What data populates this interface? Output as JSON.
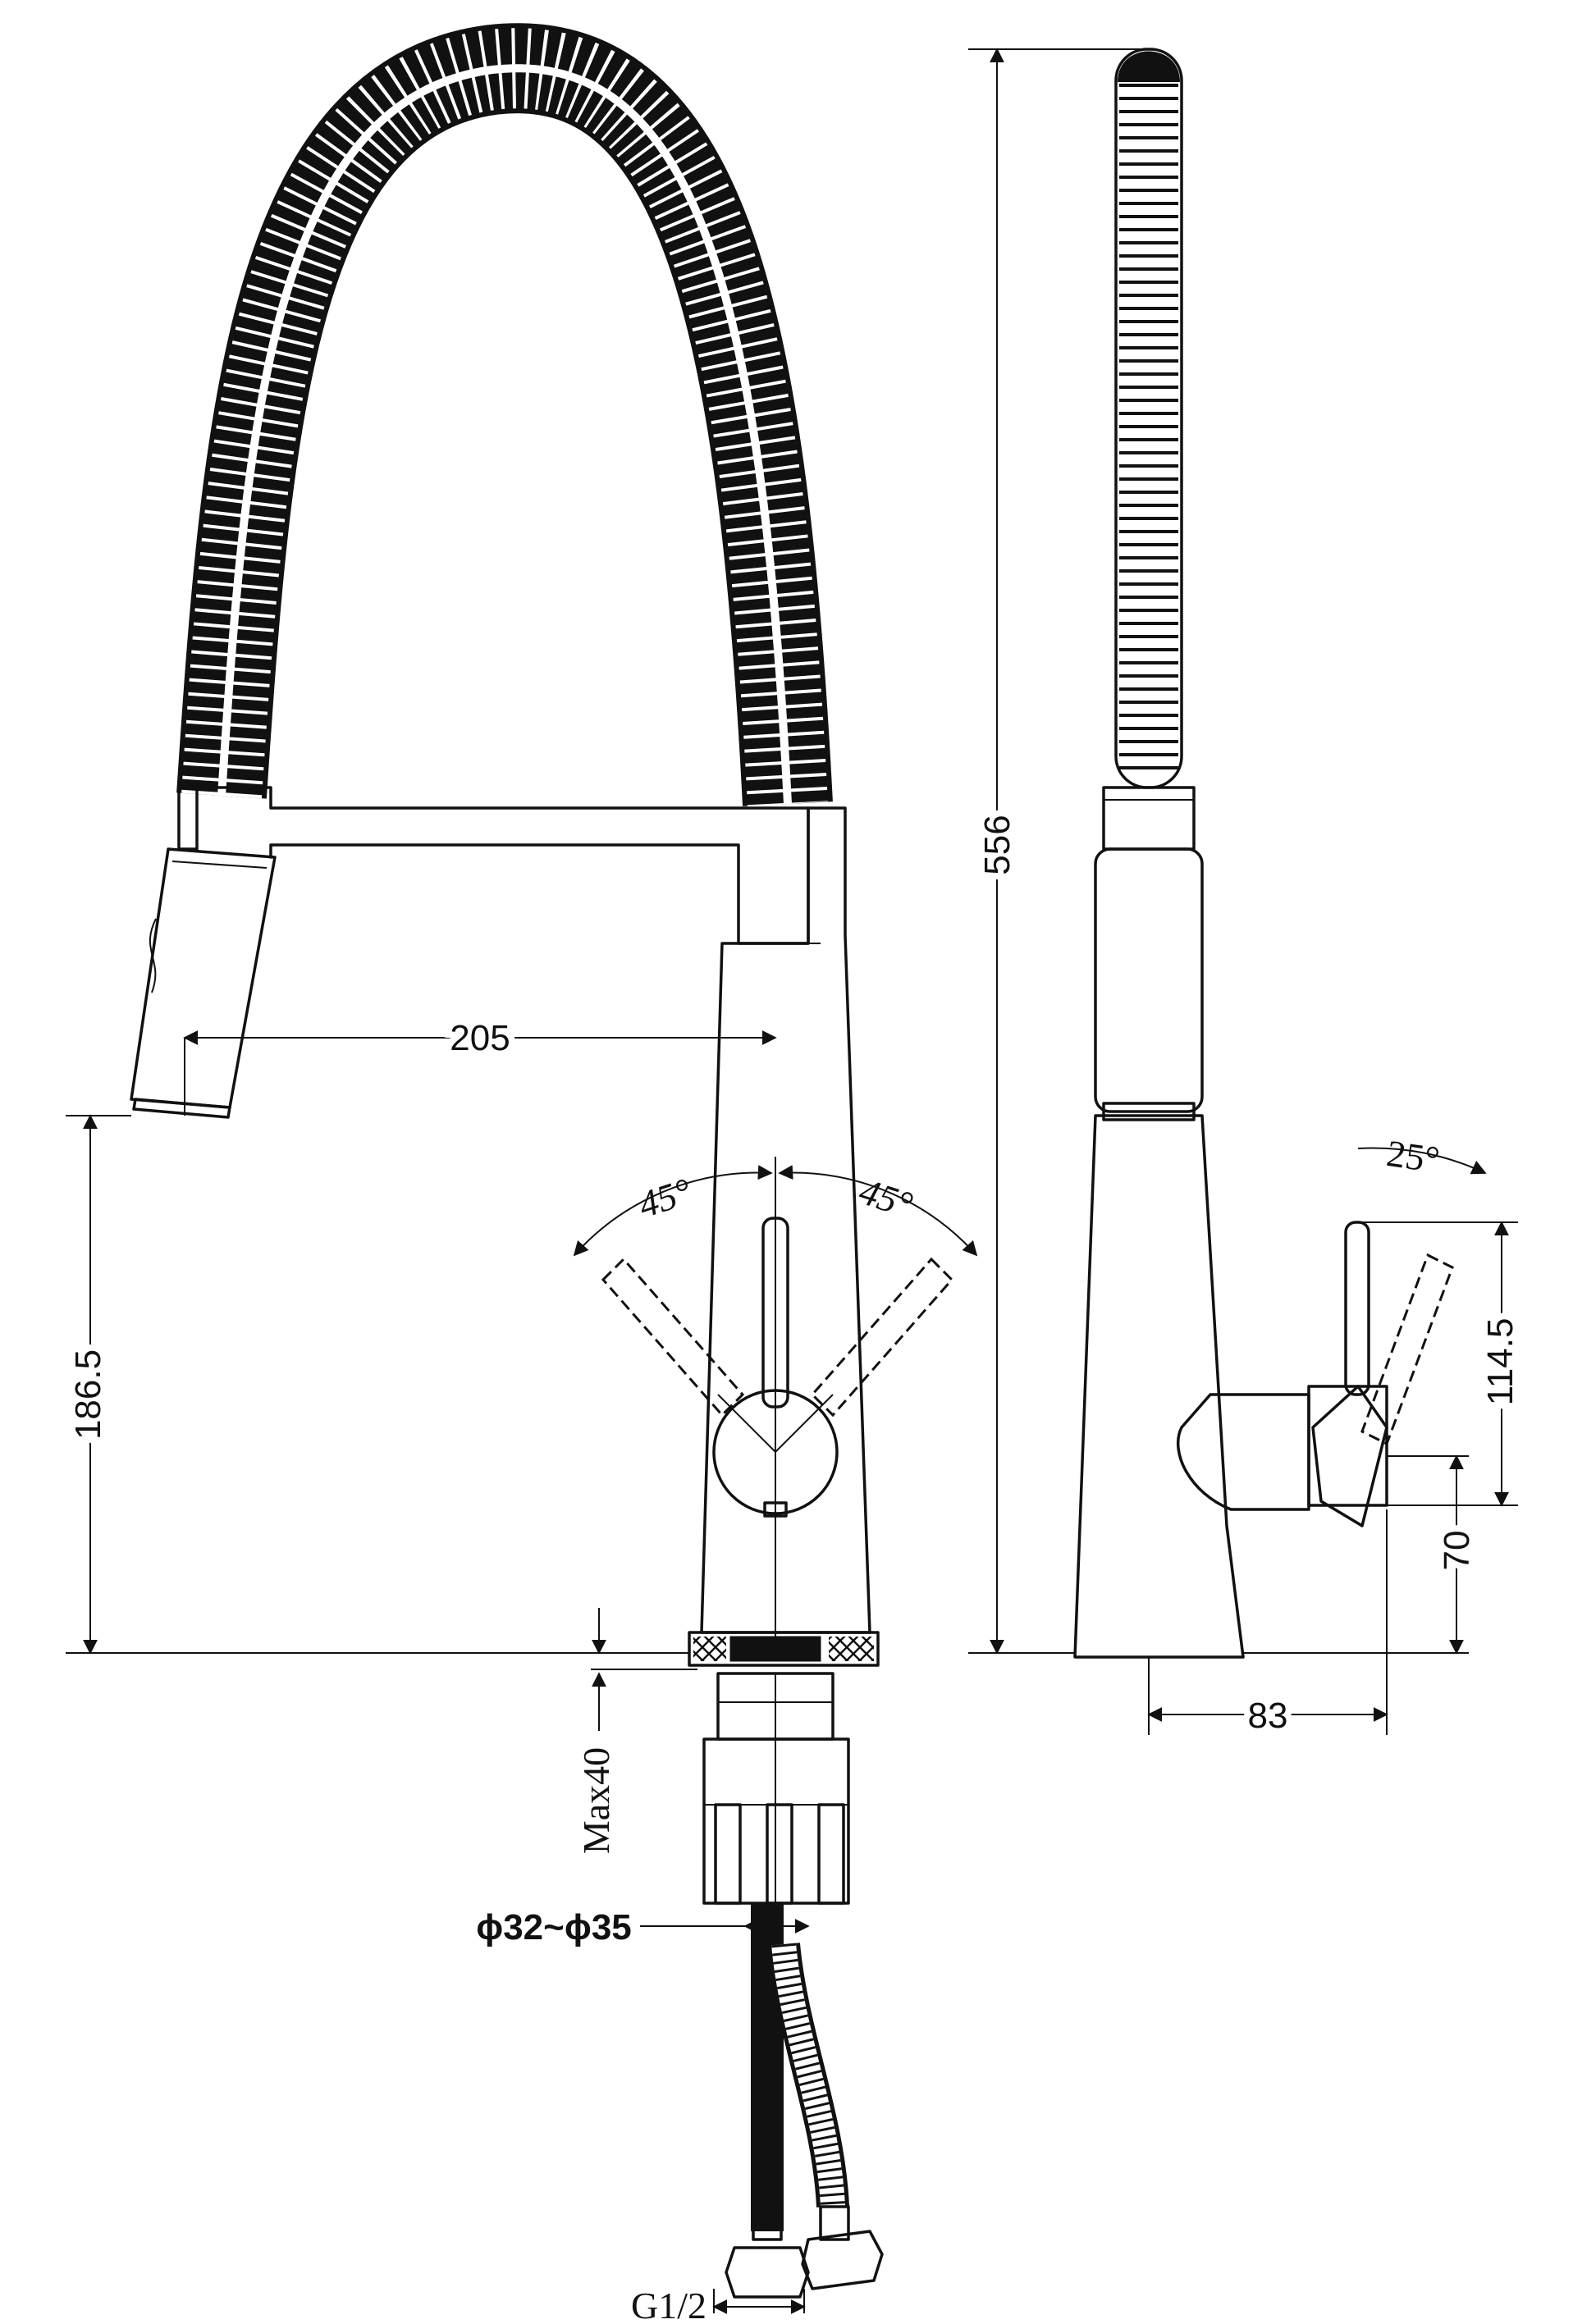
{
  "dimensions": {
    "reach": "205",
    "spout_height": "186.5",
    "total_height": "556",
    "handle_angle_left": "45°",
    "handle_angle_right": "45°",
    "side_handle_angle": "25°",
    "handle_height": "114.5",
    "handle_base_height": "70",
    "base_depth": "83",
    "max_deck_thickness": "Max40",
    "hole_diameter": "ϕ32~ϕ35",
    "connection_thread": "G1/2"
  }
}
